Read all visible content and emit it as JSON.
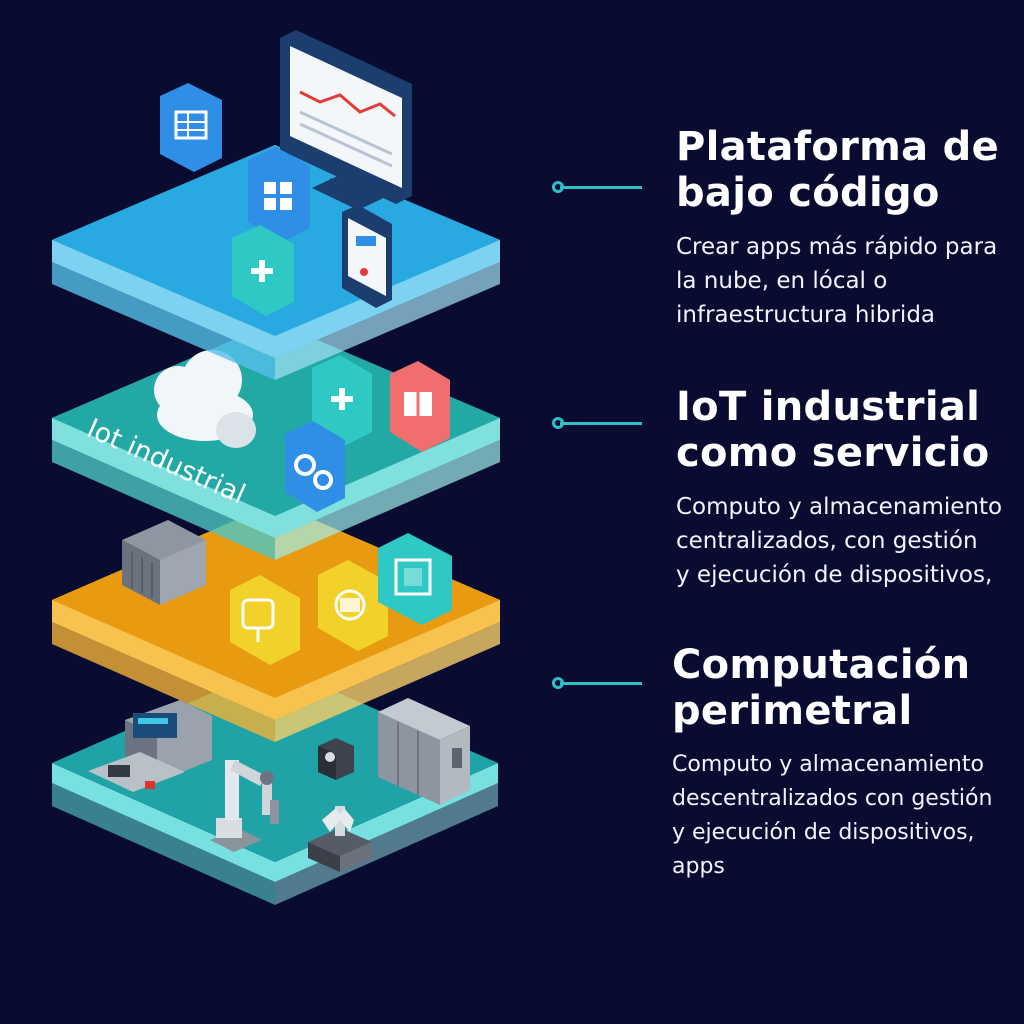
{
  "layers": {
    "top": {
      "color": "#29a9e1",
      "edge": "#7ed2f1"
    },
    "second": {
      "color": "#22a9a6",
      "edge": "#7fe0dd",
      "label": "Iot industrial"
    },
    "third": {
      "color": "#e89a10",
      "edge": "#f7c24d"
    },
    "bottom": {
      "color": "#1fa3a6",
      "edge": "#77e1e1"
    }
  },
  "sections": [
    {
      "title_lines": [
        "Plataforma de",
        "bajo código"
      ],
      "desc_lines": [
        "Crear apps más rápido para",
        "la nube, en lócal o",
        "infraestructura hibrida"
      ]
    },
    {
      "title_lines": [
        "IoT industrial",
        "como servicio"
      ],
      "desc_lines": [
        "Computo y almacenamiento",
        "centralizados, con gestión",
        "y ejecución de dispositivos,"
      ]
    },
    {
      "title_lines": [
        "Computación",
        "perimetral"
      ],
      "desc_lines": [
        "Computo y almacenamiento",
        "descentralizados con gestión",
        "y ejecución de dispositivos,",
        "apps"
      ]
    }
  ],
  "icons": {
    "top": [
      "table-icon",
      "monitor-chart-icon",
      "grid-icon",
      "mobile-app-icon",
      "puzzle-icon"
    ],
    "second": [
      "cloud-icon",
      "puzzle-icon",
      "book-icon",
      "gears-icon"
    ],
    "third": [
      "server-block-icon",
      "plug-icon",
      "router-icon",
      "chip-icon"
    ],
    "bottom": [
      "control-panel-icon",
      "robot-arm-icon",
      "sensor-icon",
      "server-cabinet-icon",
      "gripper-icon"
    ]
  },
  "accent_color": "#2cc1c4",
  "background_color": "#0a0b30"
}
